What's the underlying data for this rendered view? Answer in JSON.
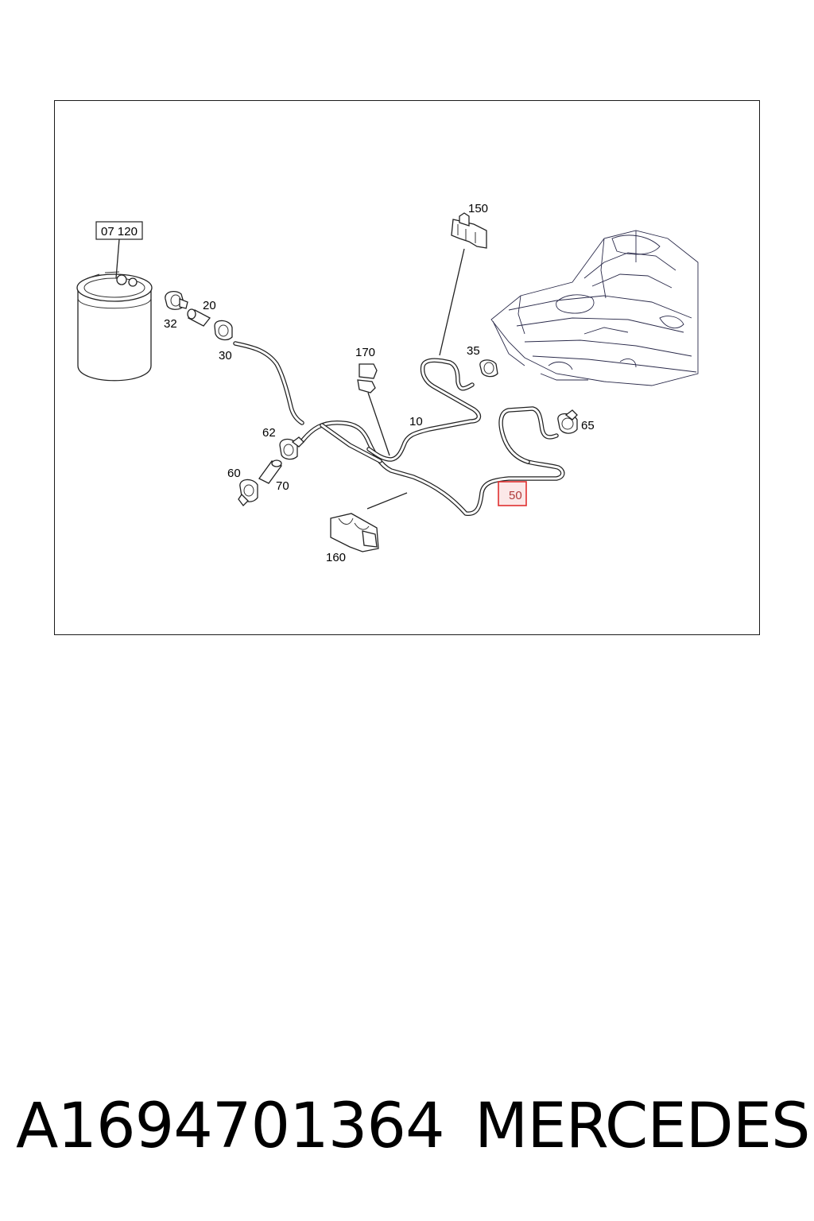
{
  "diagram": {
    "labels": {
      "canister": "07 120",
      "l150": "150",
      "l20": "20",
      "l32": "32",
      "l30": "30",
      "l170": "170",
      "l35": "35",
      "l10": "10",
      "l65": "65",
      "l62": "62",
      "l60": "60",
      "l70": "70",
      "l50": "50",
      "l160": "160"
    },
    "highlight_color": "#e03030"
  },
  "footer": {
    "part_number": "A1694701364",
    "brand": "MERCEDES"
  }
}
